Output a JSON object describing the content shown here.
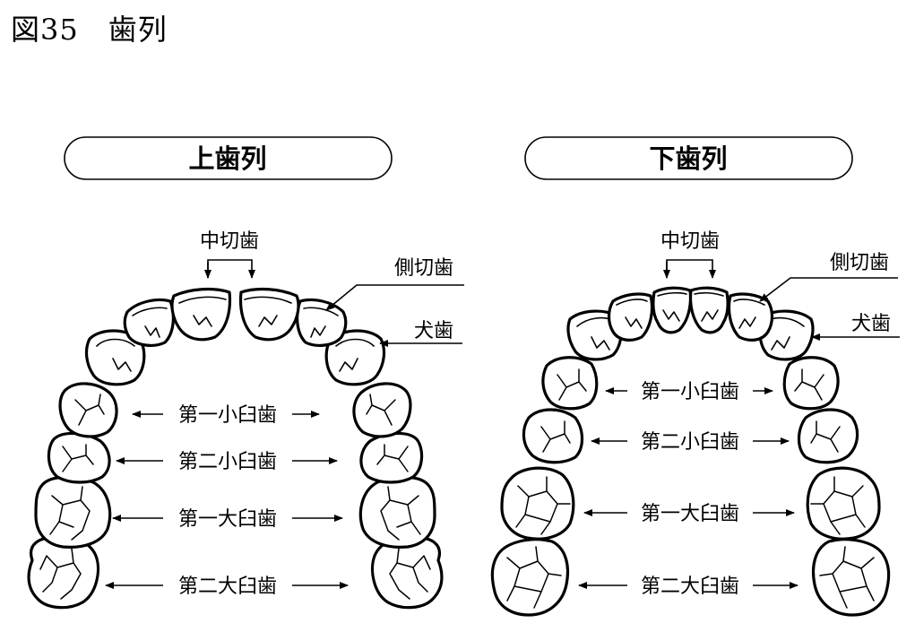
{
  "figure_title": "図35　歯列",
  "upper": {
    "title": "上歯列",
    "central_incisor": "中切歯",
    "lateral_incisor": "側切歯",
    "canine": "犬歯",
    "first_premolar": "第一小臼歯",
    "second_premolar": "第二小臼歯",
    "first_molar": "第一大臼歯",
    "second_molar": "第二大臼歯"
  },
  "lower": {
    "title": "下歯列",
    "central_incisor": "中切歯",
    "lateral_incisor": "側切歯",
    "canine": "犬歯",
    "first_premolar": "第一小臼歯",
    "second_premolar": "第二小臼歯",
    "first_molar": "第一大臼歯",
    "second_molar": "第二大臼歯"
  }
}
